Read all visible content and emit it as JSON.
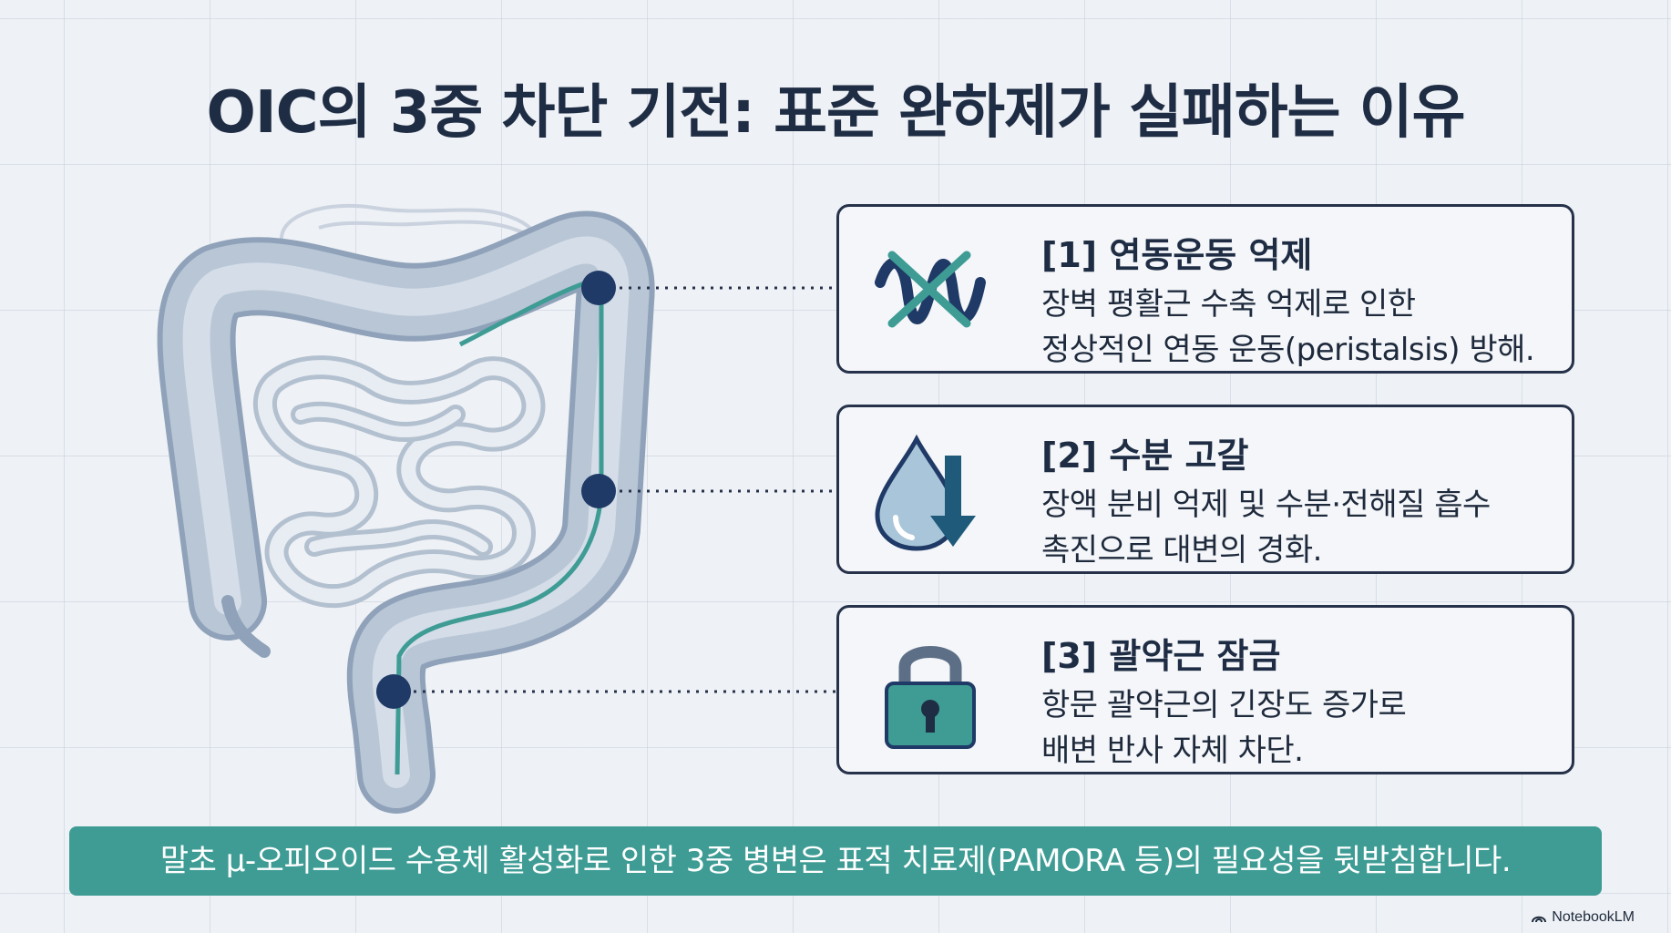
{
  "title": "OIC의 3중 차단 기전: 표준 완하제가 실패하는 이유",
  "mechanisms": [
    {
      "title": "[1] 연동운동 억제",
      "description": "장벽 평활근 수축 억제로 인한\n정상적인 연동 운동(peristalsis) 방해.",
      "icon": "crossed-wave-icon"
    },
    {
      "title": "[2] 수분 고갈",
      "description": "장액 분비 억제 및 수분·전해질 흡수\n촉진으로 대변의 경화.",
      "icon": "water-drop-down-arrow-icon"
    },
    {
      "title": "[3] 괄약근 잠금",
      "description": "항문 괄약근의 긴장도 증가로\n배변 반사 자체 차단.",
      "icon": "padlock-icon"
    }
  ],
  "footer_note": "말초 μ-오피오이드 수용체 활성화로 인한 3중 병변은 표적 치료제(PAMORA 등)의 필요성을 뒷받침합니다.",
  "watermark": "NotebookLM",
  "colors": {
    "accent": "#3e9c95",
    "dark_navy": "#1f3a66",
    "card_border": "#26324a",
    "intestine": "#a8b8cb"
  }
}
